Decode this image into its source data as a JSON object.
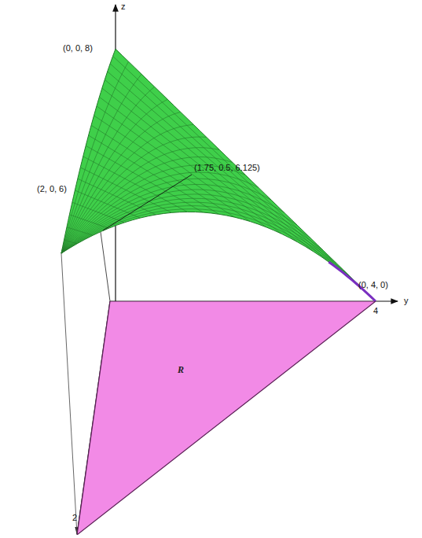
{
  "diagram": {
    "nodes": [
      {
        "text": [
          "R"
        ]
      }
    ],
    "labels": [
      "z",
      "(0, 0, 8)",
      "(2, 0, 6)",
      "(1.75, 0.5, 6.125)",
      "(0, 4, 0)",
      "y",
      "4",
      "2"
    ]
  }
}
